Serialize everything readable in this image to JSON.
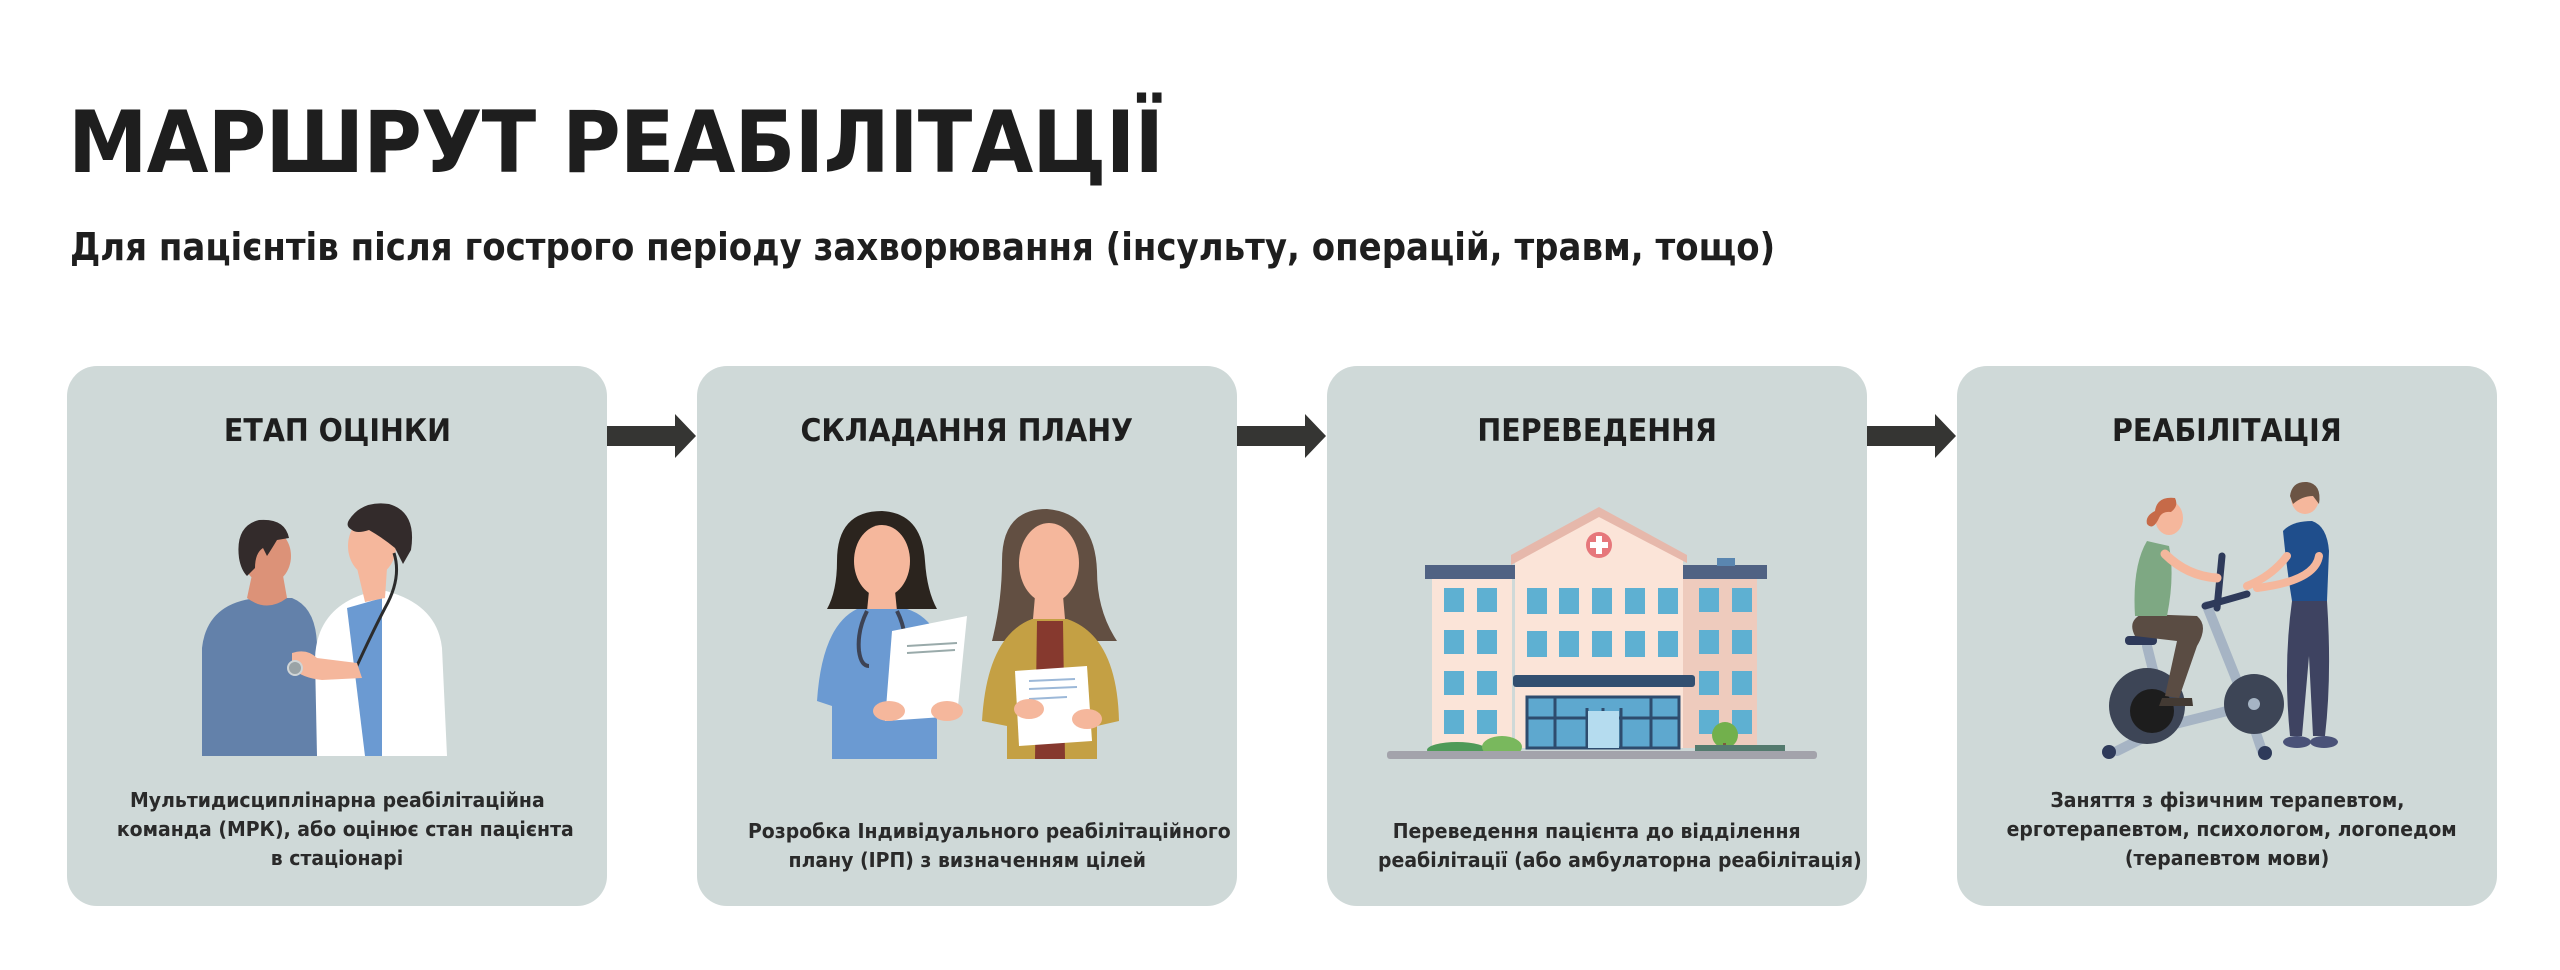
{
  "title": "МАРШРУТ РЕАБІЛІТАЦІЇ",
  "subtitle": "Для пацієнтів після гострого періоду захворювання (інсульту, операцій, травм, тощо)",
  "colors": {
    "card_bg": "#cfd9d8",
    "arrow": "#353533",
    "text": "#1e1e1e"
  },
  "steps": [
    {
      "title": "ЕТАП ОЦІНКИ",
      "illustration": "doctor-examining-patient-icon",
      "description_lines": [
        "Мультидисциплінарна реабілітаційна",
        "команда (МРК), або  оцінює стан пацієнта",
        "в стаціонарі"
      ]
    },
    {
      "title": "СКЛАДАННЯ ПЛАНУ",
      "illustration": "two-women-with-documents-icon",
      "description_lines": [
        "Розробка Індивідуального реабілітаційного",
        "плану (ІРП) з визначенням цілей"
      ]
    },
    {
      "title": "ПЕРЕВЕДЕННЯ",
      "illustration": "hospital-building-icon",
      "description_lines": [
        "Переведення пацієнта до відділення",
        "реабілітації (або амбулаторна реабілітація)"
      ]
    },
    {
      "title": "РЕАБІЛІТАЦІЯ",
      "illustration": "exercise-bike-therapy-icon",
      "description_lines": [
        "Заняття з фізичним терапевтом,",
        "ерготерапевтом, психологом, логопедом",
        "(терапевтом мови)"
      ]
    }
  ]
}
